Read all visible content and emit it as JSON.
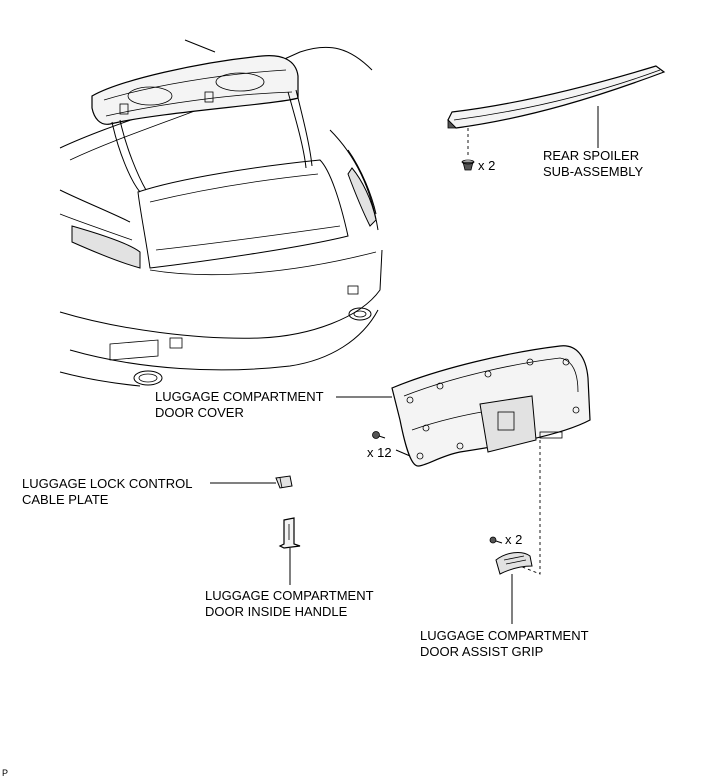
{
  "labels": {
    "rear_spoiler": [
      "REAR SPOILER",
      "SUB-ASSEMBLY"
    ],
    "door_cover": [
      "LUGGAGE COMPARTMENT",
      "DOOR COVER"
    ],
    "lock_cable_plate": [
      "LUGGAGE LOCK CONTROL",
      "CABLE PLATE"
    ],
    "inside_handle": [
      "LUGGAGE COMPARTMENT",
      "DOOR INSIDE HANDLE"
    ],
    "assist_grip": [
      "LUGGAGE COMPARTMENT",
      "DOOR ASSIST GRIP"
    ]
  },
  "quantities": {
    "spoiler_clips": "x 2",
    "cover_clips": "x 12",
    "grip_screws": "x 2"
  },
  "corner_code": "P"
}
